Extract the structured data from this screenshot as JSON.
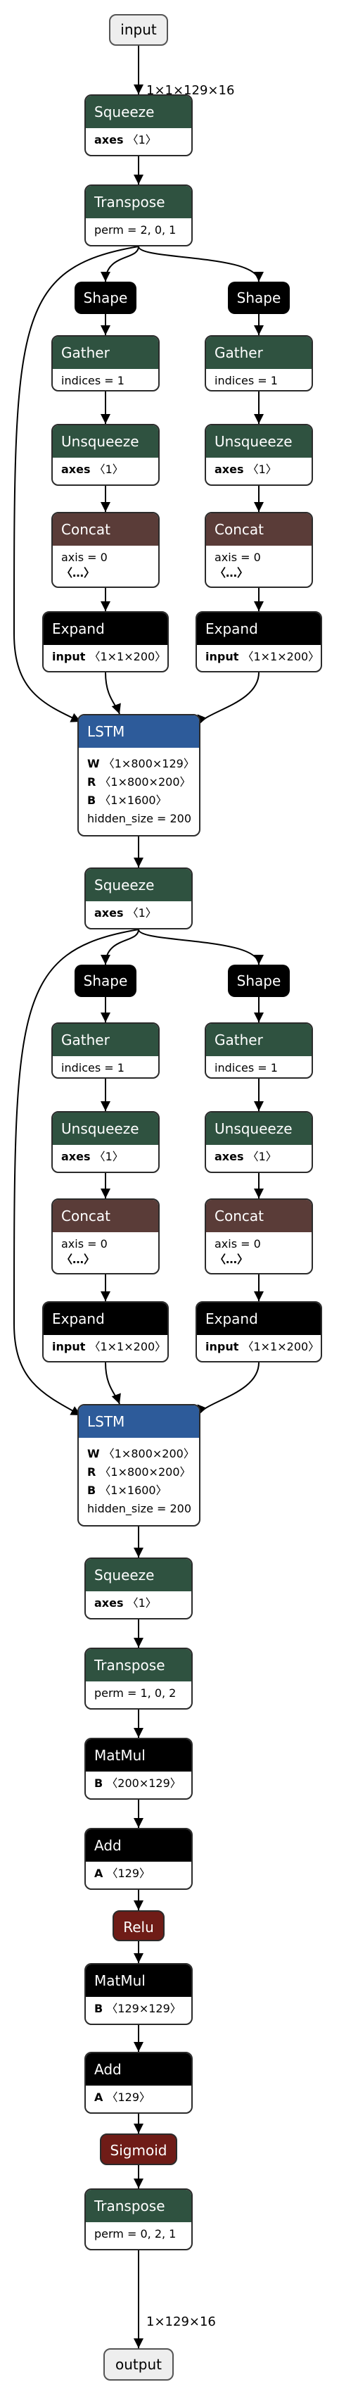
{
  "colors": {
    "layer": "#2f5240",
    "shape": "#000000",
    "recurrent": "#2d5b9a",
    "data": "#5a3c38",
    "activation": "#6f1c17",
    "io_fill": "#eeeeee",
    "edge": "#000000"
  },
  "io": {
    "input": "input",
    "output": "output"
  },
  "edge_labels": {
    "top": "1×1×129×16",
    "bottom": "1×129×16"
  },
  "nodes": {
    "squeeze1": {
      "title": "Squeeze",
      "attrs": [
        {
          "k": "axes",
          "v": "〈1〉"
        }
      ]
    },
    "transpose1": {
      "title": "Transpose",
      "attrs": [
        {
          "k": "perm = 2, 0, 1",
          "v": ""
        }
      ]
    },
    "shape_l1": {
      "title": "Shape"
    },
    "shape_r1": {
      "title": "Shape"
    },
    "gather_l1": {
      "title": "Gather",
      "attrs": [
        {
          "k": "indices = 1",
          "v": ""
        }
      ]
    },
    "gather_r1": {
      "title": "Gather",
      "attrs": [
        {
          "k": "indices = 1",
          "v": ""
        }
      ]
    },
    "unsq_l1": {
      "title": "Unsqueeze",
      "attrs": [
        {
          "k": "axes",
          "v": "〈1〉"
        }
      ]
    },
    "unsq_r1": {
      "title": "Unsqueeze",
      "attrs": [
        {
          "k": "axes",
          "v": "〈1〉"
        }
      ]
    },
    "concat_l1": {
      "title": "Concat",
      "attrs": [
        {
          "k": "axis = 0",
          "v": ""
        },
        {
          "k": "〈…〉",
          "v": ""
        }
      ]
    },
    "concat_r1": {
      "title": "Concat",
      "attrs": [
        {
          "k": "axis = 0",
          "v": ""
        },
        {
          "k": "〈…〉",
          "v": ""
        }
      ]
    },
    "expand_l1": {
      "title": "Expand",
      "attrs": [
        {
          "k": "input",
          "v": "〈1×1×200〉"
        }
      ]
    },
    "expand_r1": {
      "title": "Expand",
      "attrs": [
        {
          "k": "input",
          "v": "〈1×1×200〉"
        }
      ]
    },
    "lstm1": {
      "title": "LSTM",
      "attrs": [
        {
          "k": "W",
          "v": "〈1×800×129〉"
        },
        {
          "k": "R",
          "v": "〈1×800×200〉"
        },
        {
          "k": "B",
          "v": "〈1×1600〉"
        },
        {
          "k": "hidden_size = 200",
          "v": ""
        }
      ]
    },
    "squeeze2": {
      "title": "Squeeze",
      "attrs": [
        {
          "k": "axes",
          "v": "〈1〉"
        }
      ]
    },
    "shape_l2": {
      "title": "Shape"
    },
    "shape_r2": {
      "title": "Shape"
    },
    "gather_l2": {
      "title": "Gather",
      "attrs": [
        {
          "k": "indices = 1",
          "v": ""
        }
      ]
    },
    "gather_r2": {
      "title": "Gather",
      "attrs": [
        {
          "k": "indices = 1",
          "v": ""
        }
      ]
    },
    "unsq_l2": {
      "title": "Unsqueeze",
      "attrs": [
        {
          "k": "axes",
          "v": "〈1〉"
        }
      ]
    },
    "unsq_r2": {
      "title": "Unsqueeze",
      "attrs": [
        {
          "k": "axes",
          "v": "〈1〉"
        }
      ]
    },
    "concat_l2": {
      "title": "Concat",
      "attrs": [
        {
          "k": "axis = 0",
          "v": ""
        },
        {
          "k": "〈…〉",
          "v": ""
        }
      ]
    },
    "concat_r2": {
      "title": "Concat",
      "attrs": [
        {
          "k": "axis = 0",
          "v": ""
        },
        {
          "k": "〈…〉",
          "v": ""
        }
      ]
    },
    "expand_l2": {
      "title": "Expand",
      "attrs": [
        {
          "k": "input",
          "v": "〈1×1×200〉"
        }
      ]
    },
    "expand_r2": {
      "title": "Expand",
      "attrs": [
        {
          "k": "input",
          "v": "〈1×1×200〉"
        }
      ]
    },
    "lstm2": {
      "title": "LSTM",
      "attrs": [
        {
          "k": "W",
          "v": "〈1×800×200〉"
        },
        {
          "k": "R",
          "v": "〈1×800×200〉"
        },
        {
          "k": "B",
          "v": "〈1×1600〉"
        },
        {
          "k": "hidden_size = 200",
          "v": ""
        }
      ]
    },
    "squeeze3": {
      "title": "Squeeze",
      "attrs": [
        {
          "k": "axes",
          "v": "〈1〉"
        }
      ]
    },
    "transpose2": {
      "title": "Transpose",
      "attrs": [
        {
          "k": "perm = 1, 0, 2",
          "v": ""
        }
      ]
    },
    "matmul1": {
      "title": "MatMul",
      "attrs": [
        {
          "k": "B",
          "v": "〈200×129〉"
        }
      ]
    },
    "add1": {
      "title": "Add",
      "attrs": [
        {
          "k": "A",
          "v": "〈129〉"
        }
      ]
    },
    "relu": {
      "title": "Relu"
    },
    "matmul2": {
      "title": "MatMul",
      "attrs": [
        {
          "k": "B",
          "v": "〈129×129〉"
        }
      ]
    },
    "add2": {
      "title": "Add",
      "attrs": [
        {
          "k": "A",
          "v": "〈129〉"
        }
      ]
    },
    "sigmoid": {
      "title": "Sigmoid"
    },
    "transpose3": {
      "title": "Transpose",
      "attrs": [
        {
          "k": "perm = 0, 2, 1",
          "v": ""
        }
      ]
    }
  }
}
